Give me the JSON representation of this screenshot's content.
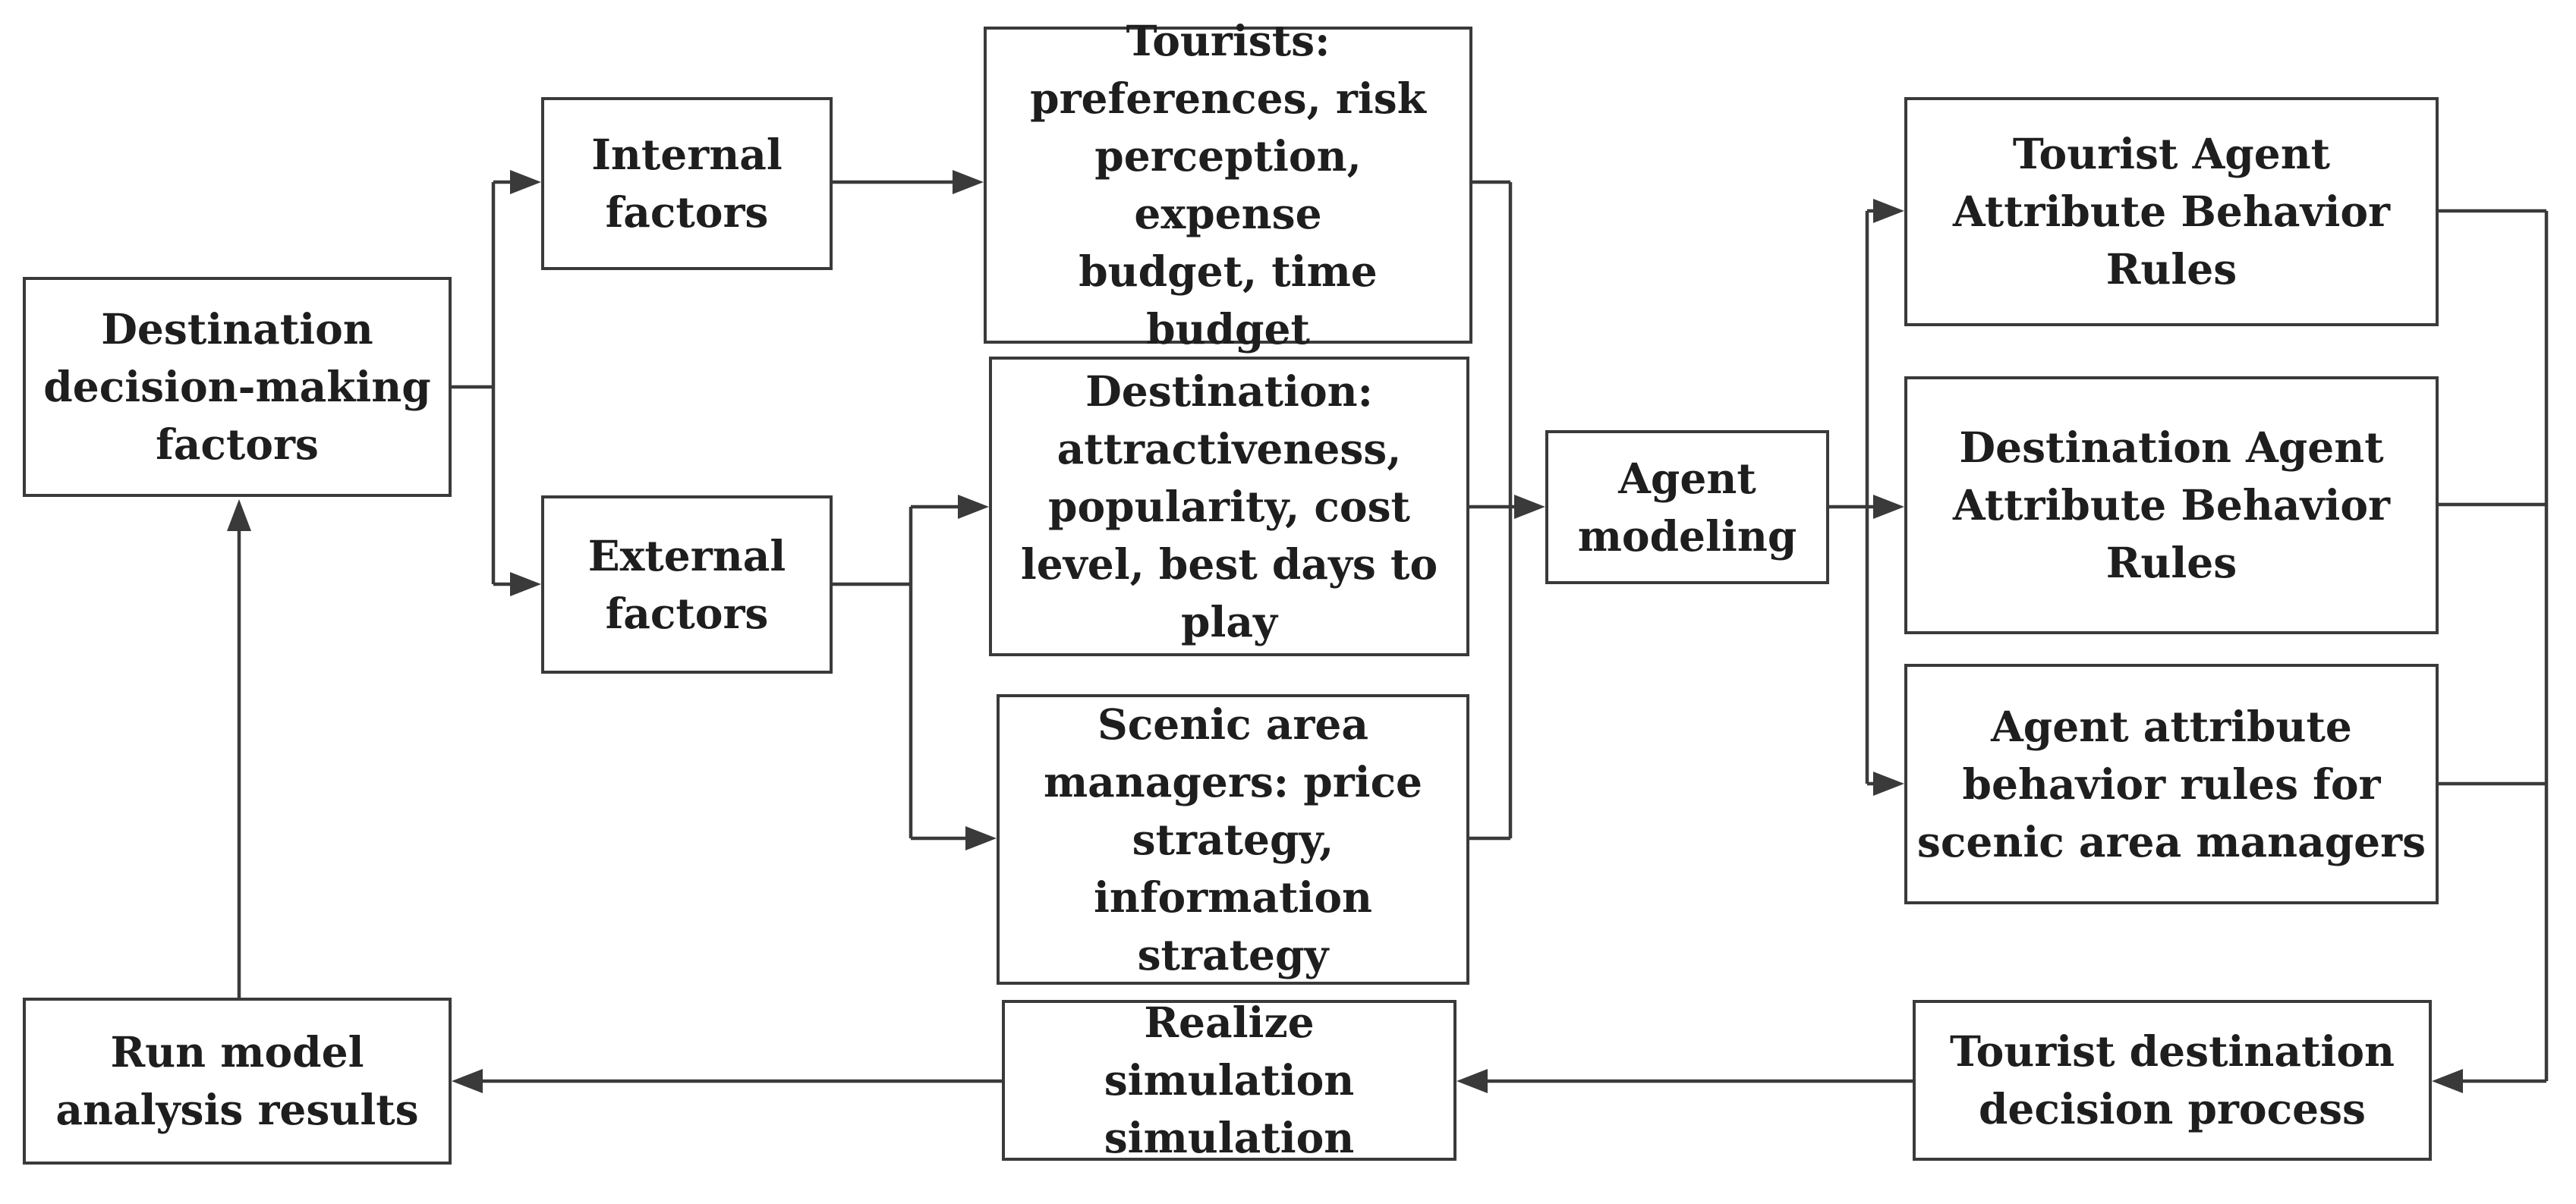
{
  "nodes": {
    "destination_factors": "Destination\ndecision-making\nfactors",
    "internal_factors": "Internal\nfactors",
    "external_factors": "External\nfactors",
    "tourists": "Tourists:\npreferences, risk\nperception, expense\nbudget, time budget",
    "destination": "Destination:\nattractiveness,\npopularity, cost\nlevel, best days to\nplay",
    "managers": "Scenic area\nmanagers: price\nstrategy,\ninformation\nstrategy",
    "agent_modeling": "Agent\nmodeling",
    "tourist_agent": "Tourist Agent\nAttribute Behavior\nRules",
    "destination_agent": "Destination Agent\nAttribute Behavior\nRules",
    "manager_agent": "Agent attribute\nbehavior rules for\nscenic area managers",
    "decision_process": "Tourist destination\ndecision process",
    "realize_simulation": "Realize simulation\nsimulation",
    "run_model": "Run model\nanalysis results"
  }
}
